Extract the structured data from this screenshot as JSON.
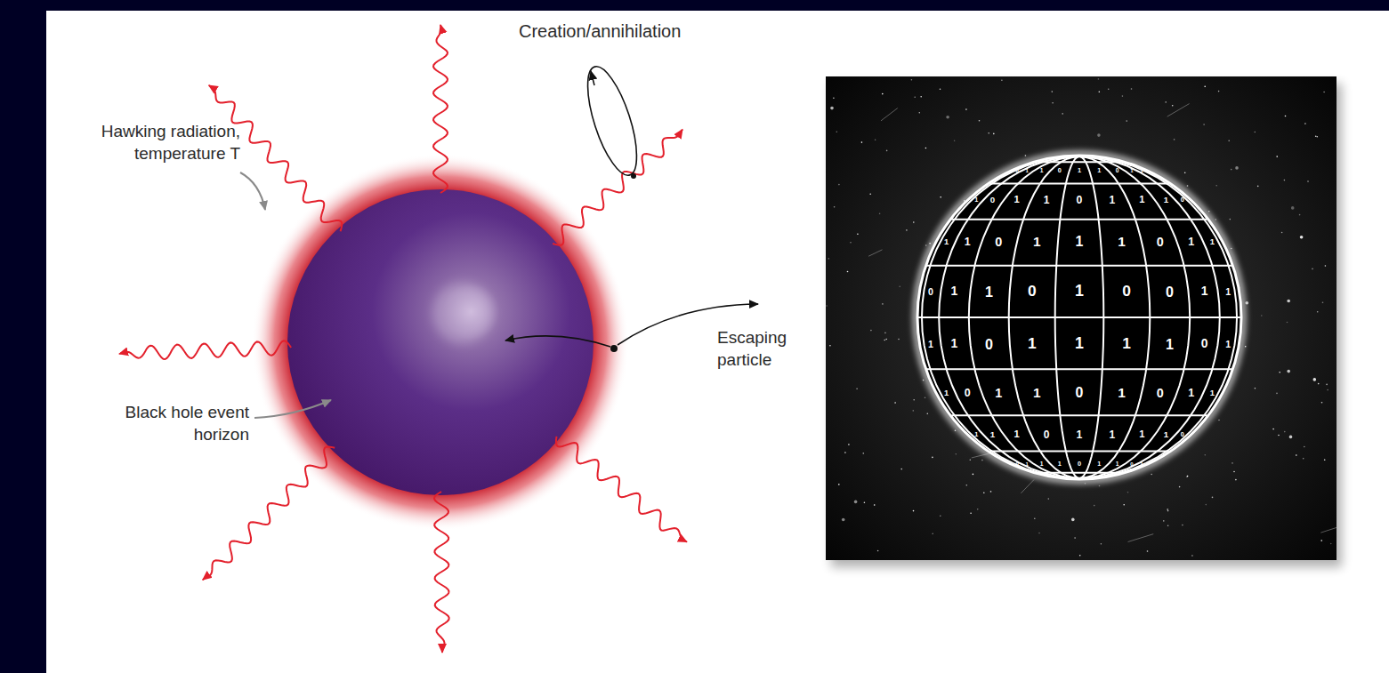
{
  "diagram": {
    "labels": [
      "Creation/annihilation",
      "Hawking radiation, temperature T",
      "Escaping particle",
      "Black hole event horizon",
      "0",
      "1",
      "1",
      "0",
      "1",
      "1",
      "0",
      "1",
      "1",
      "1",
      "0",
      "1",
      "1",
      "0",
      "1",
      "1",
      "1",
      "0",
      "1",
      "1",
      "0",
      "1",
      "1",
      "1",
      "0",
      "1",
      "1",
      "0",
      "1",
      "1",
      "0",
      "1",
      "0",
      "0",
      "1",
      "1",
      "1",
      "1",
      "0",
      "1",
      "1",
      "1",
      "1",
      "0",
      "1",
      "1",
      "0",
      "1",
      "1",
      "0",
      "1",
      "0",
      "1",
      "1",
      "1",
      "1",
      "1",
      "0",
      "1",
      "1",
      "1",
      "1",
      "0",
      "0",
      "1",
      "1",
      "1",
      "0",
      "1",
      "1",
      "0",
      "1"
    ]
  }
}
